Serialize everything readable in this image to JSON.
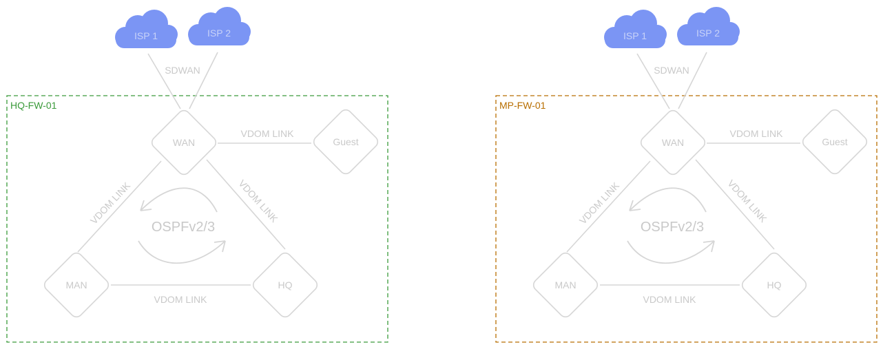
{
  "colors": {
    "cloud": "#7b95f4",
    "cloud_text": "#c8d2f8",
    "line": "#d6d6d6",
    "label": "#c9c9c9",
    "hq_border": "#3a9a3a",
    "mp_border": "#b86e00"
  },
  "icons": {
    "isp": "cloud-icon",
    "vdom": "diamond-node-icon",
    "ospf": "cycle-arrows-icon"
  },
  "firewalls": [
    {
      "name": "HQ-FW-01",
      "isp1": "ISP 1",
      "isp2": "ISP 2",
      "sdwan": "SDWAN",
      "wan": "WAN",
      "guest": "Guest",
      "man": "MAN",
      "hq": "HQ",
      "link_wan_guest": "VDOM LINK",
      "link_wan_man": "VDOM LINK",
      "link_wan_hq": "VDOM LINK",
      "link_man_hq": "VDOM LINK",
      "ospf": "OSPFv2/3"
    },
    {
      "name": "MP-FW-01",
      "isp1": "ISP 1",
      "isp2": "ISP 2",
      "sdwan": "SDWAN",
      "wan": "WAN",
      "guest": "Guest",
      "man": "MAN",
      "hq": "HQ",
      "link_wan_guest": "VDOM LINK",
      "link_wan_man": "VDOM LINK",
      "link_wan_hq": "VDOM LINK",
      "link_man_hq": "VDOM LINK",
      "ospf": "OSPFv2/3"
    }
  ]
}
